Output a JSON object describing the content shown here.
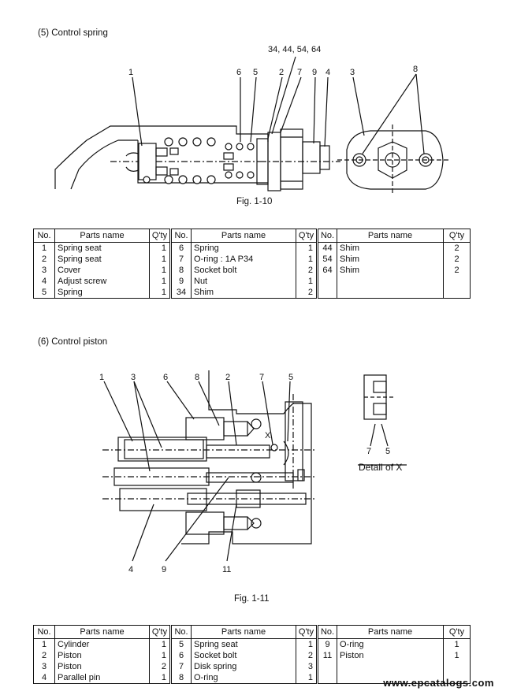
{
  "section5": {
    "title": "(5) Control spring",
    "figure_caption": "Fig. 1-10",
    "callouts": {
      "c1": "1",
      "c6": "6",
      "c5": "5",
      "c34": "34, 44, 54, 64",
      "c2": "2",
      "c7": "7",
      "c9": "9",
      "c4": "4",
      "c3": "3",
      "c8": "8"
    },
    "table": {
      "headers": {
        "no": "No.",
        "name": "Parts name",
        "qty": "Q'ty"
      },
      "col1": [
        {
          "no": "1",
          "name": "Spring seat",
          "qty": "1"
        },
        {
          "no": "2",
          "name": "Spring seat",
          "qty": "1"
        },
        {
          "no": "3",
          "name": "Cover",
          "qty": "1"
        },
        {
          "no": "4",
          "name": "Adjust screw",
          "qty": "1"
        },
        {
          "no": "5",
          "name": "Spring",
          "qty": "1"
        }
      ],
      "col2": [
        {
          "no": "6",
          "name": "Spring",
          "qty": "1"
        },
        {
          "no": "7",
          "name": "O-ring : 1A  P34",
          "qty": "1"
        },
        {
          "no": "8",
          "name": "Socket bolt",
          "qty": "2"
        },
        {
          "no": "9",
          "name": "Nut",
          "qty": "1"
        },
        {
          "no": "34",
          "name": "Shim",
          "qty": "2"
        }
      ],
      "col3": [
        {
          "no": "44",
          "name": "Shim",
          "qty": "2"
        },
        {
          "no": "54",
          "name": "Shim",
          "qty": "2"
        },
        {
          "no": "64",
          "name": "Shim",
          "qty": "2"
        },
        {
          "no": "",
          "name": "",
          "qty": ""
        },
        {
          "no": "",
          "name": "",
          "qty": ""
        }
      ]
    }
  },
  "section6": {
    "title": "(6) Control piston",
    "figure_caption": "Fig. 1-11",
    "detail_label": "Detail of X",
    "callouts": {
      "c1": "1",
      "c3": "3",
      "c6": "6",
      "c8": "8",
      "c2": "2",
      "c7": "7",
      "c5": "5",
      "cx": "X",
      "c4": "4",
      "c9": "9",
      "c11": "11",
      "d7": "7",
      "d5": "5"
    },
    "table": {
      "headers": {
        "no": "No.",
        "name": "Parts name",
        "qty": "Q'ty"
      },
      "col1": [
        {
          "no": "1",
          "name": "Cylinder",
          "qty": "1"
        },
        {
          "no": "2",
          "name": "Piston",
          "qty": "1"
        },
        {
          "no": "3",
          "name": "Piston",
          "qty": "2"
        },
        {
          "no": "4",
          "name": "Parallel pin",
          "qty": "1"
        }
      ],
      "col2": [
        {
          "no": "5",
          "name": "Spring seat",
          "qty": "1"
        },
        {
          "no": "6",
          "name": "Socket bolt",
          "qty": "2"
        },
        {
          "no": "7",
          "name": "Disk spring",
          "qty": "3"
        },
        {
          "no": "8",
          "name": "O-ring",
          "qty": "1"
        }
      ],
      "col3": [
        {
          "no": "9",
          "name": "O-ring",
          "qty": "1"
        },
        {
          "no": "11",
          "name": "Piston",
          "qty": "1"
        },
        {
          "no": "",
          "name": "",
          "qty": ""
        },
        {
          "no": "",
          "name": "",
          "qty": ""
        }
      ]
    }
  },
  "watermark": "www.epcatalogs.com"
}
